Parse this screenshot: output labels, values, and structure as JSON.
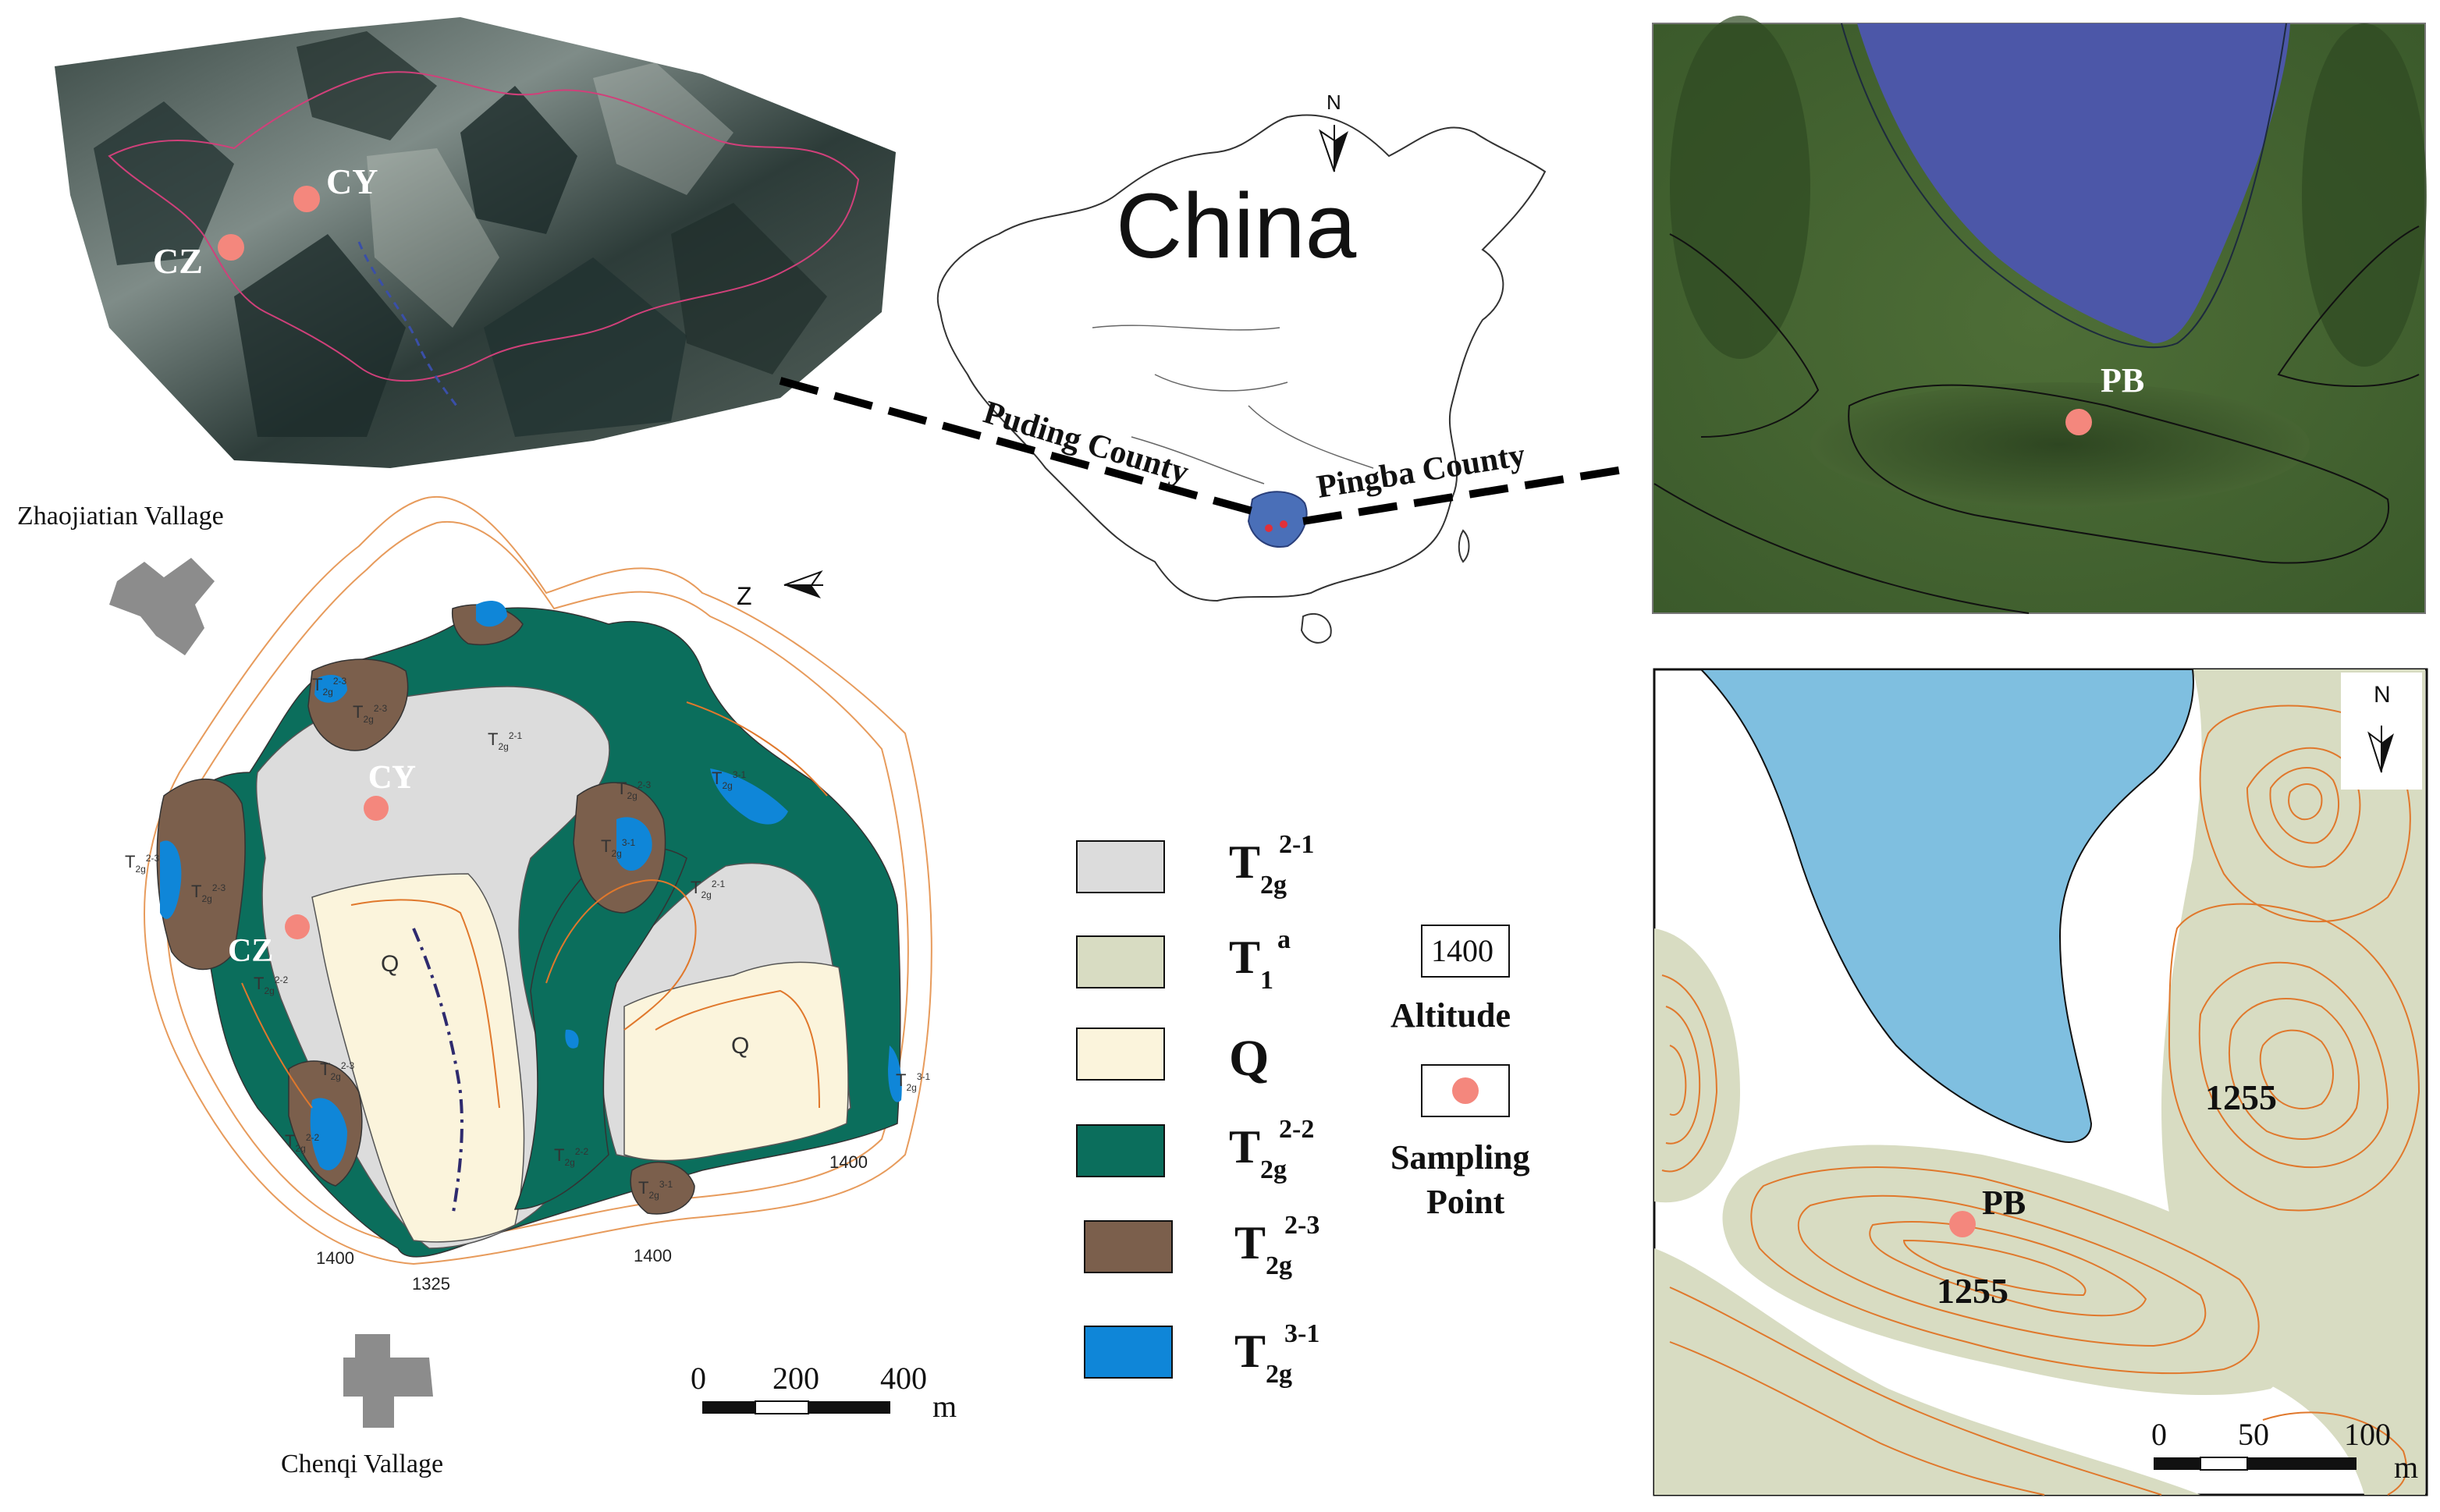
{
  "terrain_3d": {
    "points": [
      {
        "label": "CY"
      },
      {
        "label": "CZ"
      }
    ]
  },
  "china_map": {
    "title": "China",
    "north_label": "N",
    "counties": {
      "left": "Puding County",
      "right": "Pingba County"
    }
  },
  "satellite_view": {
    "point_label": "PB"
  },
  "geologic_map": {
    "north_label": "Z",
    "villages": {
      "top": "Zhaojiatian Vallage",
      "bottom": "Chenqi Vallage"
    },
    "sample_points": [
      {
        "label": "CY"
      },
      {
        "label": "CZ"
      }
    ],
    "unit_labels": [
      {
        "text": "T",
        "sub": "2g",
        "sup": "2-3"
      },
      {
        "text": "T",
        "sub": "2g",
        "sup": "2-1"
      },
      {
        "text": "T",
        "sub": "2g",
        "sup": "2-3"
      },
      {
        "text": "T",
        "sub": "2g",
        "sup": "3-1"
      },
      {
        "text": "T",
        "sub": "2g",
        "sup": "2-3"
      },
      {
        "text": "T",
        "sub": "2g",
        "sup": "3-1"
      },
      {
        "text": "T",
        "sub": "2g",
        "sup": "2-3"
      },
      {
        "text": "T",
        "sub": "2g",
        "sup": "2-1"
      },
      {
        "text": "T",
        "sub": "2g",
        "sup": "2-2"
      },
      {
        "text": "T",
        "sub": "2g",
        "sup": "2-2"
      },
      {
        "text": "T",
        "sub": "2g",
        "sup": "2-3"
      },
      {
        "text": "T",
        "sub": "2g",
        "sup": "3-1"
      },
      {
        "text": "T",
        "sub": "2g",
        "sup": "2-2"
      },
      {
        "text": "T",
        "sub": "2g",
        "sup": "2-3"
      },
      {
        "text": "T",
        "sub": "2g",
        "sup": "3-1"
      }
    ],
    "q_labels": [
      "Q",
      "Q"
    ],
    "contour_labels": [
      "1400",
      "1325",
      "1400",
      "1400"
    ],
    "scale": {
      "ticks": [
        "0",
        "200",
        "400"
      ],
      "unit": "m"
    }
  },
  "legend": {
    "items": [
      {
        "color": "#dcdcdc",
        "symbol": "T",
        "sub": "2g",
        "sup": "2-1"
      },
      {
        "color": "#d8dcc2",
        "symbol": "T",
        "sub": "1",
        "sup": "a"
      },
      {
        "color": "#fbf4dc",
        "symbol": "Q",
        "sub": "",
        "sup": ""
      },
      {
        "color": "#0b6e5c",
        "symbol": "T",
        "sub": "2g",
        "sup": "2-2"
      },
      {
        "color": "#7b5f4c",
        "symbol": "T",
        "sub": "2g",
        "sup": "2-3"
      },
      {
        "color": "#0f86d8",
        "symbol": "T",
        "sub": "2g",
        "sup": "3-1"
      }
    ],
    "altitude_box": "1400",
    "altitude_label": "Altitude",
    "sampling_label_line1": "Sampling",
    "sampling_label_line2": "Point"
  },
  "pb_map": {
    "north_label": "N",
    "point_label": "PB",
    "contour_values": [
      "1255",
      "1255"
    ],
    "scale": {
      "ticks": [
        "0",
        "50",
        "100"
      ],
      "unit": "m"
    }
  },
  "colors": {
    "sample_point": "#f4877d",
    "water": "#7fbfe0",
    "contour": "#e0782c",
    "t1a": "#d8dcc2"
  }
}
